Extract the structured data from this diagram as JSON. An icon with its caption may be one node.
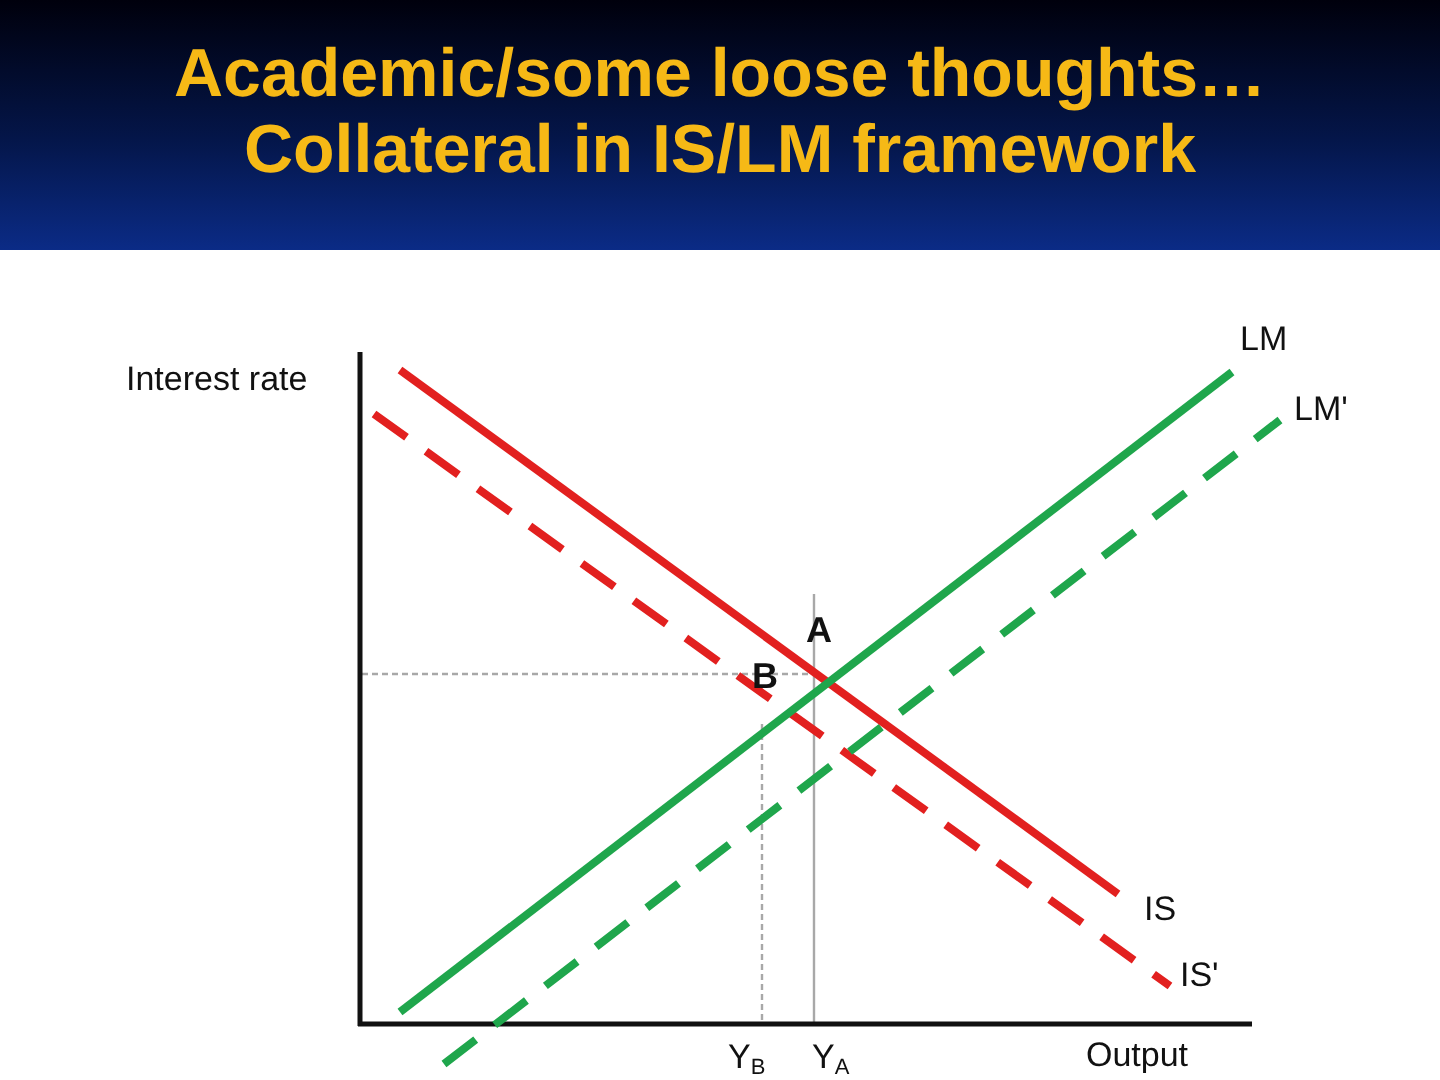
{
  "diagram": {
    "title": "Academic/some loose thoughts… Collateral in IS/LM framework",
    "labels": [
      "LM",
      "Interest rate",
      "LM'",
      "A",
      "B",
      "IS",
      "IS'",
      "Y$_{B}$",
      "Y$_{A}$",
      "Output"
    ]
  }
}
